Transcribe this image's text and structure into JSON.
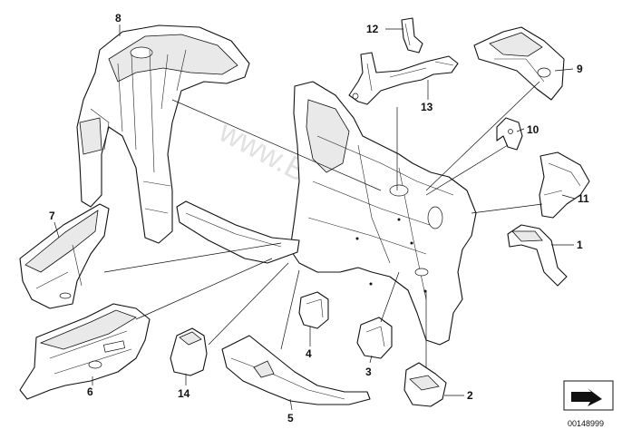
{
  "diagram": {
    "watermark": "www.BMWstore.pl",
    "catalog_code": "00148999",
    "callouts": [
      {
        "id": "8"
      },
      {
        "id": "12"
      },
      {
        "id": "13"
      },
      {
        "id": "9"
      },
      {
        "id": "10"
      },
      {
        "id": "11"
      },
      {
        "id": "7"
      },
      {
        "id": "1"
      },
      {
        "id": "4"
      },
      {
        "id": "3"
      },
      {
        "id": "2"
      },
      {
        "id": "6"
      },
      {
        "id": "14"
      },
      {
        "id": "5"
      }
    ]
  }
}
